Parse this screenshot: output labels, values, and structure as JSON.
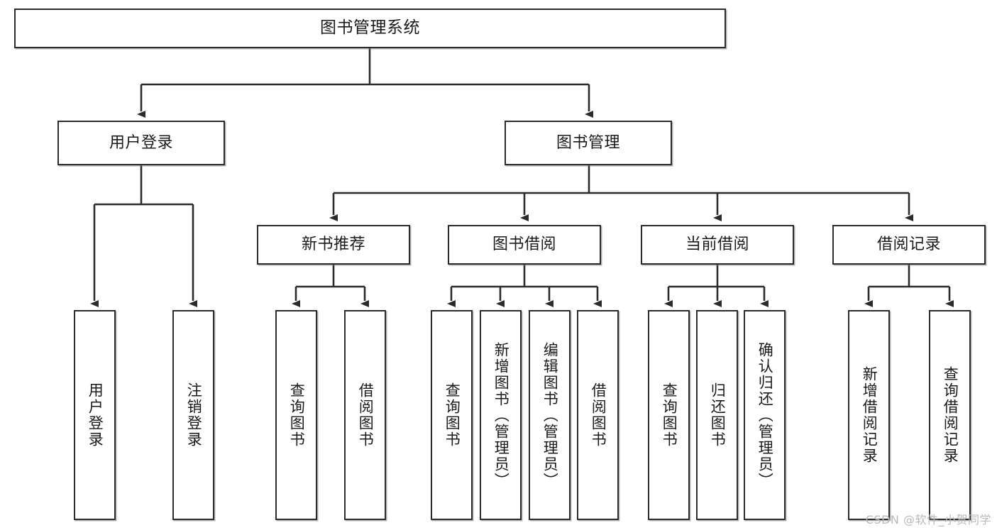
{
  "diagram": {
    "title": "图书管理系统",
    "type": "tree",
    "orientation": "top-down",
    "line_color": "#2b2b2b",
    "box_fill": "#ffffff",
    "box_border": "#2b2b2b",
    "text_color": "#1a1a1a"
  },
  "root": {
    "label": "图书管理系统"
  },
  "branches": [
    {
      "label": "用户登录",
      "children": [
        {
          "label": "用户登录"
        },
        {
          "label": "注销登录"
        }
      ]
    },
    {
      "label": "图书管理",
      "children": [
        {
          "label": "新书推荐",
          "children": [
            {
              "label": "查询图书"
            },
            {
              "label": "借阅图书"
            }
          ]
        },
        {
          "label": "图书借阅",
          "children": [
            {
              "label": "查询图书"
            },
            {
              "label": "新增图书（管理员）"
            },
            {
              "label": "编辑图书（管理员）"
            },
            {
              "label": "借阅图书"
            }
          ]
        },
        {
          "label": "当前借阅",
          "children": [
            {
              "label": "查询图书"
            },
            {
              "label": "归还图书"
            },
            {
              "label": "确认归还（管理员）"
            }
          ]
        },
        {
          "label": "借阅记录",
          "children": [
            {
              "label": "新增借阅记录"
            },
            {
              "label": "查询借阅记录"
            }
          ]
        }
      ]
    }
  ],
  "nodes": {
    "root": "图书管理系统",
    "user_login": "用户登录",
    "book_manage": "图书管理",
    "new_book_rec": "新书推荐",
    "book_borrow": "图书借阅",
    "current_borrow": "当前借阅",
    "borrow_record": "借阅记录",
    "leaf_user_login": "用户登录",
    "leaf_logout": "注销登录",
    "leaf_rec_query": "查询图书",
    "leaf_rec_borrow": "借阅图书",
    "leaf_bb_query": "查询图书",
    "leaf_bb_add": "新增图书（管理员）",
    "leaf_bb_edit": "编辑图书（管理员）",
    "leaf_bb_borrow": "借阅图书",
    "leaf_cb_query": "查询图书",
    "leaf_cb_return": "归还图书",
    "leaf_cb_confirm": "确认归还（管理员）",
    "leaf_br_add": "新增借阅记录",
    "leaf_br_query": "查询借阅记录"
  },
  "watermark": {
    "text": "CSDN @软件_小贺同学"
  }
}
